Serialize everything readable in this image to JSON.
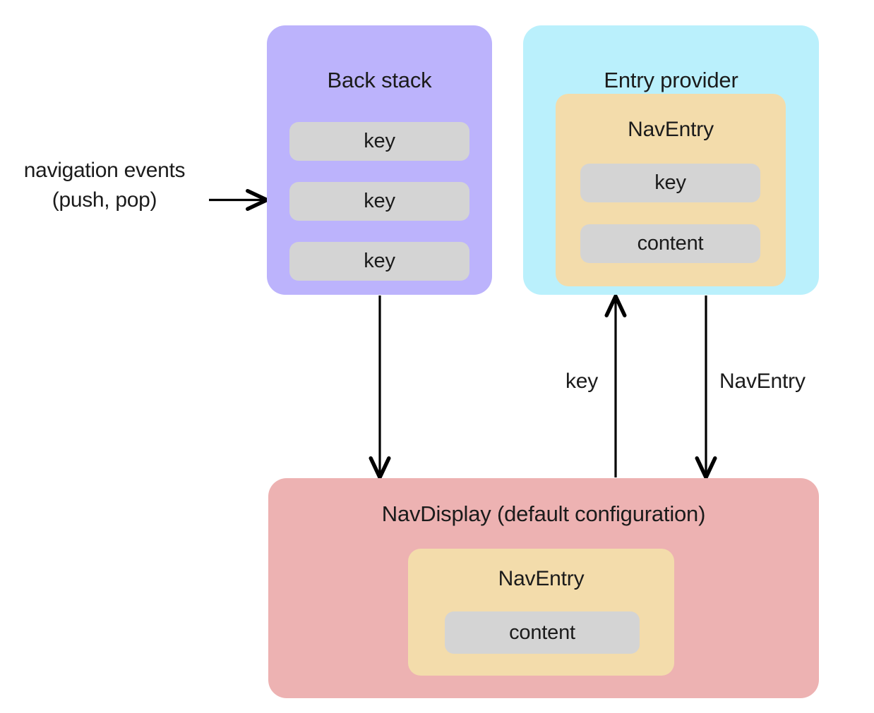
{
  "diagram": {
    "title_alt": "Navigation 3 architecture diagram",
    "colors": {
      "back_stack_fill": "#bcb3fc",
      "entry_provider_fill": "#baf0fc",
      "nav_entry_fill": "#f3dcab",
      "nav_display_fill": "#edb2b2",
      "pill_fill": "#d4d4d4",
      "text": "#1b1b1b",
      "arrow": "#000000",
      "background": "#ffffff"
    },
    "nodes": {
      "back_stack": {
        "label": "Back stack",
        "items": [
          {
            "label": "key"
          },
          {
            "label": "key"
          },
          {
            "label": "key"
          }
        ]
      },
      "entry_provider": {
        "label": "Entry provider",
        "nav_entry": {
          "label": "NavEntry",
          "items": [
            {
              "label": "key"
            },
            {
              "label": "content"
            }
          ]
        }
      },
      "nav_display": {
        "label": "NavDisplay (default configuration)",
        "nav_entry": {
          "label": "NavEntry",
          "items": [
            {
              "label": "content"
            }
          ]
        }
      }
    },
    "edges": {
      "navigation_events": {
        "label": "navigation events\n(push, pop)",
        "direction": "right",
        "target": "back-stack"
      },
      "back_stack_to_display": {
        "label": "",
        "direction": "down"
      },
      "display_to_provider": {
        "label": "key",
        "direction": "up"
      },
      "provider_to_display": {
        "label": "NavEntry",
        "direction": "down"
      }
    }
  }
}
